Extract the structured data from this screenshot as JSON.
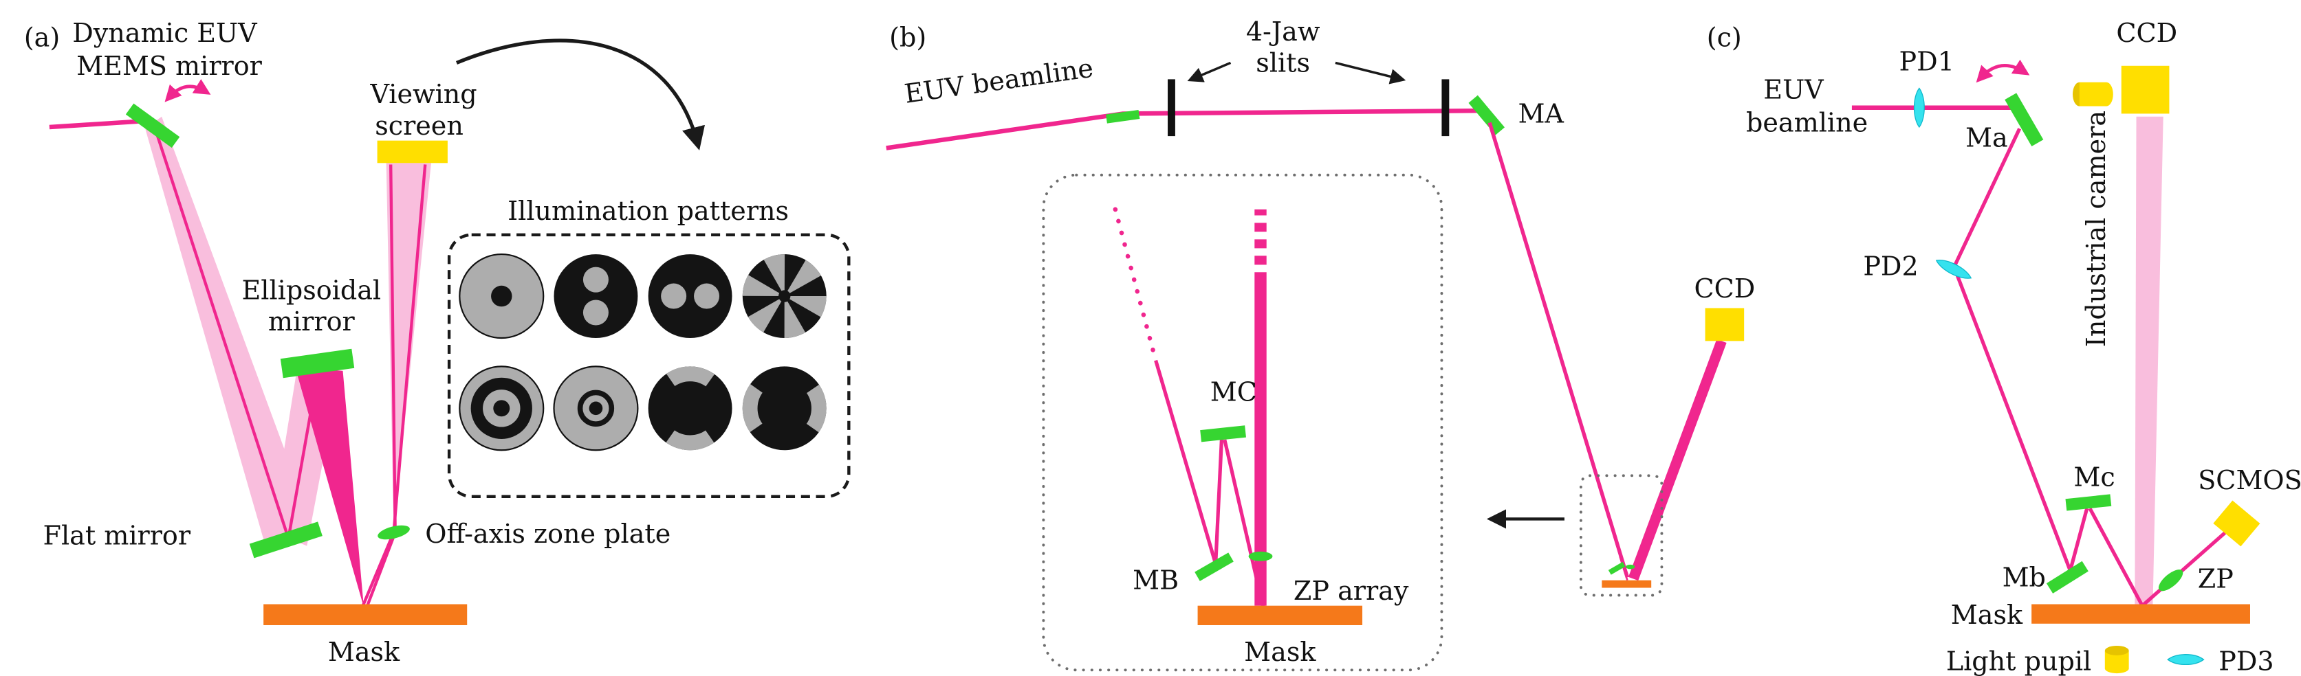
{
  "colors": {
    "beam_pink": "#F0268E",
    "beam_light_pink": "#F9BEDD",
    "mirror_green": "#36D531",
    "mask_orange": "#F5791A",
    "detector_yellow": "#FFDF00",
    "lens_cyan": "#35E2EE",
    "pattern_gray": "#ADADAD",
    "pattern_black": "#141414"
  },
  "panel_a": {
    "label": "(a)",
    "mems_line1": "Dynamic EUV",
    "mems_line2": "MEMS mirror",
    "viewing_line1": "Viewing",
    "viewing_line2": "screen",
    "illumination_title": "Illumination patterns",
    "illumination_pattern_icons": [
      "conventional-disk",
      "dipole-vertical",
      "dipole-horizontal",
      "multipole-fan",
      "annular",
      "small-annular",
      "c-quad-vertical",
      "c-quad-horizontal"
    ],
    "ellipsoidal_line1": "Ellipsoidal",
    "ellipsoidal_line2": "mirror",
    "flat_mirror": "Flat mirror",
    "zone_plate": "Off-axis zone plate",
    "mask": "Mask"
  },
  "panel_b": {
    "label": "(b)",
    "beamline": "EUV beamline",
    "slits_line1": "4-Jaw",
    "slits_line2": "slits",
    "mirror_ma": "MA",
    "ccd": "CCD",
    "mirror_mc": "MC",
    "mirror_mb": "MB",
    "zp_array": "ZP array",
    "mask": "Mask"
  },
  "panel_c": {
    "label": "(c)",
    "beamline_line1": "EUV",
    "beamline_line2": "beamline",
    "pd1": "PD1",
    "mirror_ma": "Ma",
    "ccd": "CCD",
    "industrial_camera": "Industrial camera",
    "pd2": "PD2",
    "mirror_mc": "Mc",
    "scmos": "SCMOS",
    "mirror_mb": "Mb",
    "zp": "ZP",
    "mask": "Mask",
    "light_pupil": "Light pupil",
    "pd3": "PD3"
  }
}
